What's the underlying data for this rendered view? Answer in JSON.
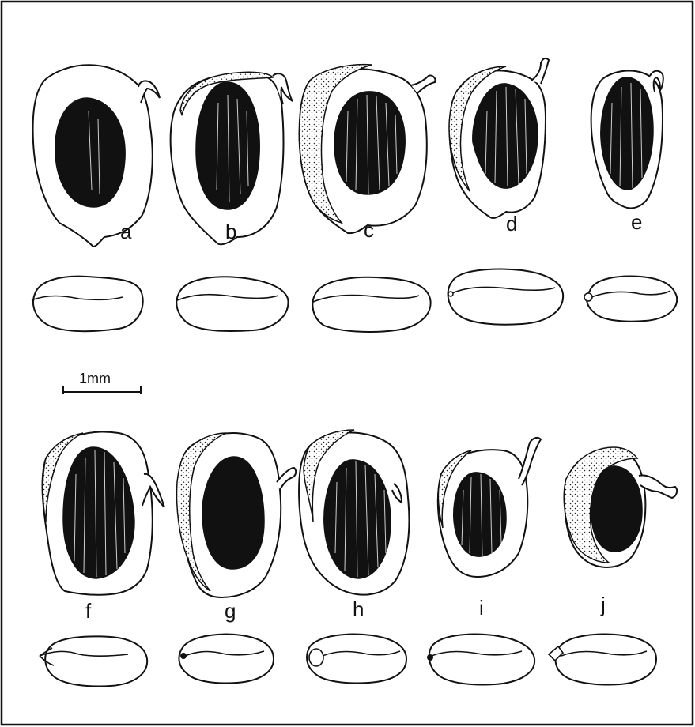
{
  "scale_bar": {
    "label": "1mm"
  },
  "top_row": [
    {
      "id": "a",
      "label": "a"
    },
    {
      "id": "b",
      "label": "b"
    },
    {
      "id": "c",
      "label": "c"
    },
    {
      "id": "d",
      "label": "d"
    },
    {
      "id": "e",
      "label": "e"
    }
  ],
  "bottom_row": [
    {
      "id": "f",
      "label": "f"
    },
    {
      "id": "g",
      "label": "g"
    },
    {
      "id": "h",
      "label": "h"
    },
    {
      "id": "i",
      "label": "i"
    },
    {
      "id": "j",
      "label": "j"
    }
  ]
}
